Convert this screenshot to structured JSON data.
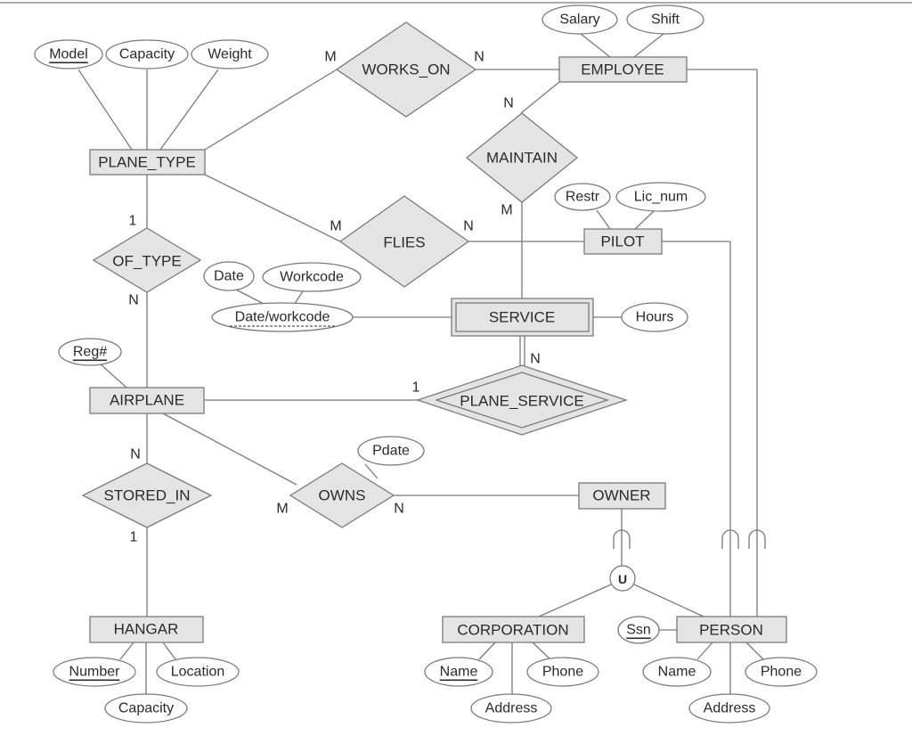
{
  "entities": {
    "plane_type": "PLANE_TYPE",
    "employee": "EMPLOYEE",
    "pilot": "PILOT",
    "service": "SERVICE",
    "airplane": "AIRPLANE",
    "owner": "OWNER",
    "hangar": "HANGAR",
    "corporation": "CORPORATION",
    "person": "PERSON"
  },
  "relationships": {
    "works_on": "WORKS_ON",
    "maintain": "MAINTAIN",
    "flies": "FLIES",
    "of_type": "OF_TYPE",
    "plane_service": "PLANE_SERVICE",
    "stored_in": "STORED_IN",
    "owns": "OWNS"
  },
  "attributes": {
    "model": "Model",
    "capacity_pt": "Capacity",
    "weight": "Weight",
    "salary": "Salary",
    "shift": "Shift",
    "restr": "Restr",
    "lic_num": "Lic_num",
    "date": "Date",
    "workcode": "Workcode",
    "date_workcode": "Date/workcode",
    "hours": "Hours",
    "reg": "Reg#",
    "pdate": "Pdate",
    "number": "Number",
    "location": "Location",
    "capacity_h": "Capacity",
    "corp_name": "Name",
    "corp_phone": "Phone",
    "corp_address": "Address",
    "ssn": "Ssn",
    "person_name": "Name",
    "person_phone": "Phone",
    "person_address": "Address"
  },
  "cardinalities": {
    "works_on_pt": "M",
    "works_on_emp": "N",
    "maintain_emp": "N",
    "maintain_srv": "M",
    "flies_pt": "M",
    "flies_pilot": "N",
    "of_type_pt": "1",
    "of_type_ap": "N",
    "ps_airplane": "1",
    "ps_service": "N",
    "stored_ap": "N",
    "stored_hangar": "1",
    "owns_ap": "M",
    "owns_owner": "N"
  },
  "union_symbol": "U"
}
